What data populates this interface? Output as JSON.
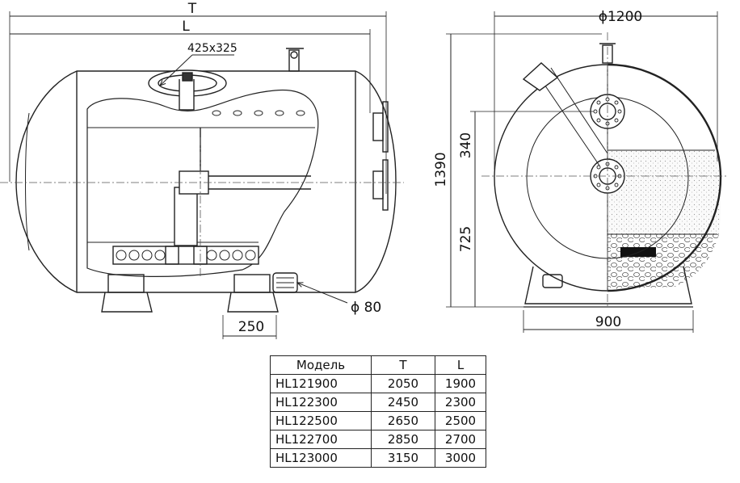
{
  "dimensions": {
    "total_length": "T",
    "body_length": "L",
    "manhole": "425x325",
    "leg_width": "250",
    "drain_diameter": "ϕ 80",
    "diameter": "ϕ1200",
    "height": "1390",
    "upper_offset": "340",
    "lower_offset": "725",
    "base_width": "900"
  },
  "table": {
    "headers": [
      "Модель",
      "T",
      "L"
    ],
    "rows": [
      [
        "HL121900",
        "2050",
        "1900"
      ],
      [
        "HL122300",
        "2450",
        "2300"
      ],
      [
        "HL122500",
        "2650",
        "2500"
      ],
      [
        "HL122700",
        "2850",
        "2700"
      ],
      [
        "HL123000",
        "3150",
        "3000"
      ]
    ]
  },
  "colors": {
    "line": "#222222",
    "centerline": "#555555",
    "media": "#cfcfcf"
  }
}
